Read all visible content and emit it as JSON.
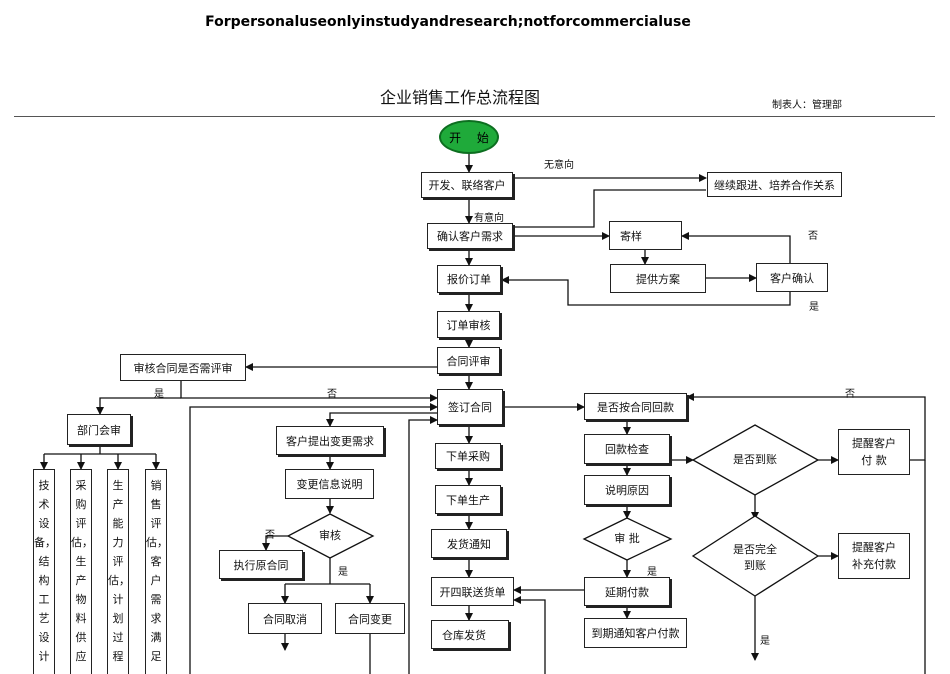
{
  "banner": "Forpersonaluseonlyinstudyandresearch;notforcommercialuse",
  "title": "企业销售工作总流程图",
  "maker": "制表人：管理部",
  "nodes": {
    "start": "开 始",
    "develop": "开发、联络客户",
    "followup": "继续跟进、培养合作关系",
    "confirm_needs": "确认客户需求",
    "sample": "寄样",
    "provide_plan": "提供方案",
    "customer_confirm": "客户确认",
    "quote": "报价订单",
    "order_review": "订单审核",
    "contract_review": "合同评审",
    "need_review": "审核合同是否需评审",
    "dept_review": "部门会审",
    "tech": "技术设备，结构工艺设计",
    "purchase": "采购评估，生产物料供应",
    "production": "生产能力评估，计划过程",
    "sales": "销售评估，客户需求满足",
    "sign": "签订合同",
    "change_req": "客户提出变更需求",
    "change_info": "变更信息说明",
    "approve": "审核",
    "exec_original": "执行原合同",
    "cancel": "合同取消",
    "change": "合同变更",
    "purchase_order": "下单采购",
    "production_order": "下单生产",
    "ship_notice": "发货通知",
    "delivery_note": "开四联送货单",
    "warehouse": "仓库发货",
    "by_contract": "是否按合同回款",
    "payment_check": "回款检查",
    "explain": "说明原因",
    "approval": "审 批",
    "deferred": "延期付款",
    "notify_due": "到期通知客户付款",
    "arrived": "是否到账",
    "remind": "提醒客户\n付 款",
    "full": "是否完全\n到账",
    "remind_supp": "提醒客户\n补充付款"
  },
  "labels": {
    "no_intent": "无意向",
    "intent": "有意向",
    "no": "否",
    "yes": "是"
  }
}
